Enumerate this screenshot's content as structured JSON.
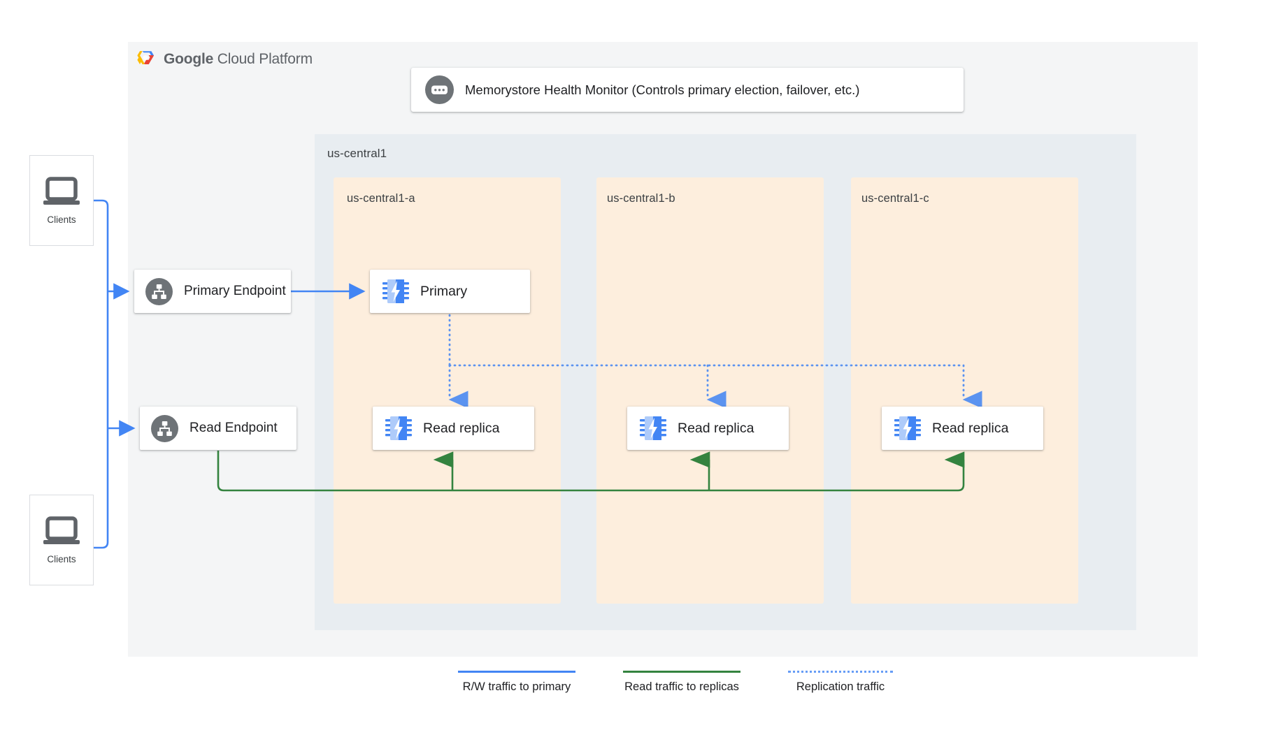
{
  "brand": {
    "logo_icon": "google-cloud-hexagon-logo",
    "word_bold": "Google",
    "word_rest": " Cloud Platform"
  },
  "health_monitor": {
    "icon": "health-monitor-icon",
    "label": "Memorystore Health Monitor (Controls primary election, failover, etc.)"
  },
  "region": {
    "label": "us-central1",
    "zones": [
      {
        "label": "us-central1-a"
      },
      {
        "label": "us-central1-b"
      },
      {
        "label": "us-central1-c"
      }
    ]
  },
  "clients": [
    {
      "icon": "laptop-icon",
      "label": "Clients"
    },
    {
      "icon": "laptop-icon",
      "label": "Clients"
    }
  ],
  "endpoints": [
    {
      "icon": "endpoint-hierarchy-icon",
      "label": "Primary Endpoint"
    },
    {
      "icon": "endpoint-hierarchy-icon",
      "label": "Read Endpoint"
    }
  ],
  "nodes": [
    {
      "icon": "memorystore-chip-icon",
      "label": "Primary",
      "zone": "us-central1-a"
    },
    {
      "icon": "memorystore-chip-icon",
      "label": "Read replica",
      "zone": "us-central1-a"
    },
    {
      "icon": "memorystore-chip-icon",
      "label": "Read replica",
      "zone": "us-central1-b"
    },
    {
      "icon": "memorystore-chip-icon",
      "label": "Read replica",
      "zone": "us-central1-c"
    }
  ],
  "legend": [
    {
      "label": "R/W traffic to primary",
      "color": "#4285f4",
      "style": "solid"
    },
    {
      "label": "Read traffic to replicas",
      "color": "#34833f",
      "style": "solid"
    },
    {
      "label": "Replication traffic",
      "color": "#669df6",
      "style": "dotted"
    }
  ],
  "colors": {
    "panel_bg": "#f4f5f6",
    "region_bg": "#e8edf1",
    "zone_bg": "#fdeedd",
    "rw_traffic": "#4285f4",
    "read_traffic": "#34833f",
    "replication": "#669df6",
    "icon_gray": "#5f6368",
    "chip_blue": "#4285f4",
    "chip_blue_light": "#aecbfa"
  }
}
